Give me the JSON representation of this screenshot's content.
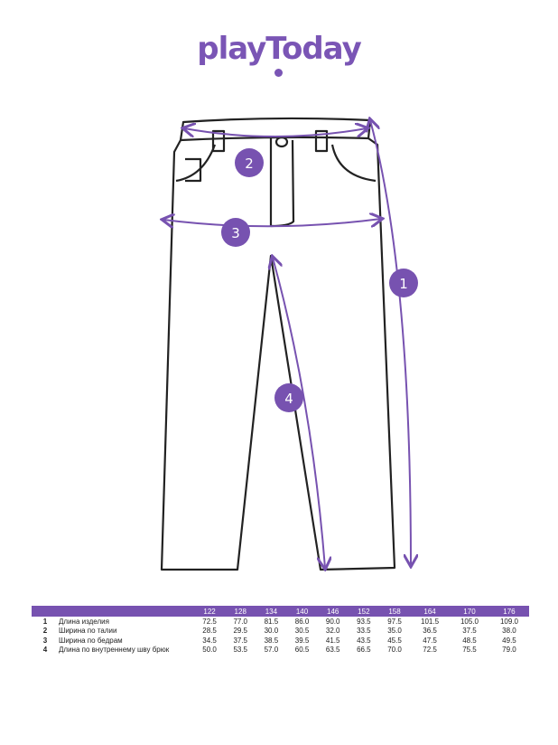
{
  "brand": {
    "logo_text": "playToday",
    "accent": "#7752b0"
  },
  "markers": [
    "1",
    "2",
    "3",
    "4"
  ],
  "table": {
    "sizes": [
      "122",
      "128",
      "134",
      "140",
      "146",
      "152",
      "158",
      "164",
      "170",
      "176"
    ],
    "rows": [
      {
        "n": "1",
        "label": "Длина изделия",
        "values": [
          "72.5",
          "77.0",
          "81.5",
          "86.0",
          "90.0",
          "93.5",
          "97.5",
          "101.5",
          "105.0",
          "109.0"
        ]
      },
      {
        "n": "2",
        "label": "Ширина по талии",
        "values": [
          "28.5",
          "29.5",
          "30.0",
          "30.5",
          "32.0",
          "33.5",
          "35.0",
          "36.5",
          "37.5",
          "38.0"
        ]
      },
      {
        "n": "3",
        "label": "Ширина по бедрам",
        "values": [
          "34.5",
          "37.5",
          "38.5",
          "39.5",
          "41.5",
          "43.5",
          "45.5",
          "47.5",
          "48.5",
          "49.5"
        ]
      },
      {
        "n": "4",
        "label": "Длина по внутреннему шву брюк",
        "values": [
          "50.0",
          "53.5",
          "57.0",
          "60.5",
          "63.5",
          "66.5",
          "70.0",
          "72.5",
          "75.5",
          "79.0"
        ]
      }
    ]
  }
}
